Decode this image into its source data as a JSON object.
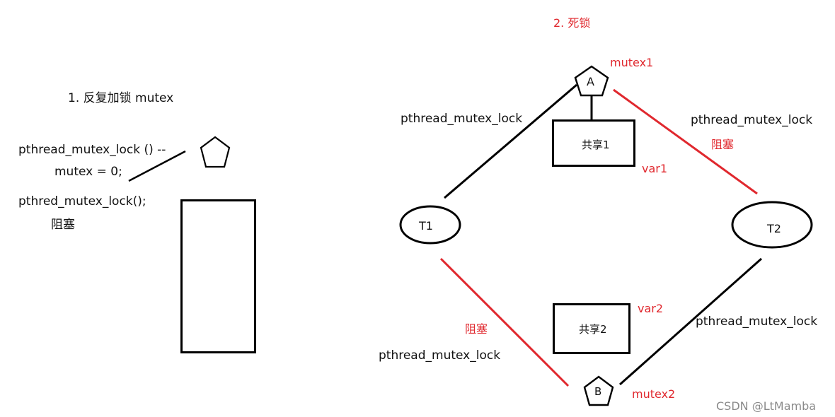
{
  "left": {
    "title": "1. 反复加锁 mutex",
    "line1": "pthread_mutex_lock  ()  --",
    "line2": "mutex = 0;",
    "line3": "pthred_mutex_lock();",
    "line4": "阻塞"
  },
  "right": {
    "title": "2. 死锁",
    "mutex1": "mutex1",
    "mutex2": "mutex2",
    "nodeA": "A",
    "nodeB": "B",
    "t1": "T1",
    "t2": "T2",
    "share1": "共享1",
    "share2": "共享2",
    "var1": "var1",
    "var2": "var2",
    "lock_t1_a": "pthread_mutex_lock",
    "lock_t2_a": "pthread_mutex_lock",
    "block_t2_a": "阻塞",
    "lock_t2_b": "pthread_mutex_lock",
    "lock_t1_b": "pthread_mutex_lock",
    "block_t1_b": "阻塞"
  },
  "watermark": "CSDN @LtMamba",
  "colors": {
    "red": "#e0282e",
    "black": "#000000",
    "gray": "#8a8a8a"
  }
}
